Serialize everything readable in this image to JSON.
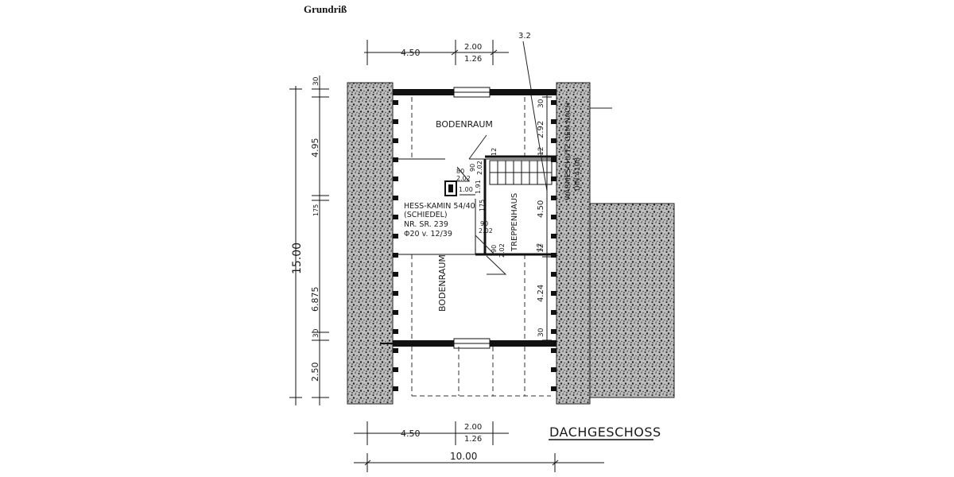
{
  "page": {
    "heading": "Grundriß",
    "plan_title": "DACHGESCHOSS"
  },
  "rooms": {
    "bodenraum_top": "BODENRAUM",
    "bodenraum_bottom": "BODENRAUM",
    "treppenhaus": "TREPPENHAUS"
  },
  "chimney": {
    "line1": "HESS-KAMIN 54/40",
    "line2": "(SCHIEDEL)",
    "line3": "NR. SR. 239",
    "line4": "Φ20 v. 12/39"
  },
  "insulation_note": {
    "line1": "WÄRMESCHUTZ GEM.NACH",
    "line2": "DIN 4108"
  },
  "dimensions": {
    "top_left": "4.50",
    "top_opening": "2.00",
    "top_opening_sub": "1.26",
    "top_slanted": "3.2",
    "bottom_left": "4.50",
    "bottom_opening": "2.00",
    "bottom_opening_sub": "1.26",
    "total_width": "10.00",
    "left_total": "15.00",
    "left_30_top": "30",
    "left_495": "4.95",
    "left_175": "175",
    "left_6875": "6.875",
    "left_30_bottom": "30",
    "left_250": "2.50",
    "right_30_top": "30",
    "right_292": "2.92",
    "right_12_a": "12",
    "right_450": "4.50",
    "right_12_b": "12",
    "right_424": "4.24",
    "right_30_bottom": "30"
  },
  "door_labels": {
    "upper_door": "90",
    "upper_door_sub": "2.02",
    "small_door": "80",
    "small_door_sub": "2.02",
    "stair_12": "12",
    "dim_100": "1.00",
    "dim_191": "1.91",
    "dim_175": "175",
    "mid_door": "90",
    "mid_door_sub": "2.02",
    "lower_door": "90",
    "lower_door_sub": "2.02",
    "lower_12": "12"
  }
}
